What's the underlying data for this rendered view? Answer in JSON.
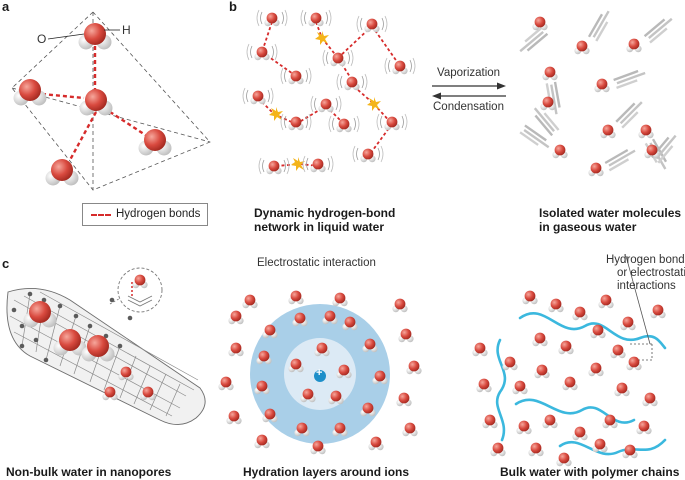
{
  "panel_labels": {
    "a": "a",
    "b": "b",
    "c": "c"
  },
  "panel_a": {
    "oxygen_label": "O",
    "hydrogen_label": "H",
    "legend_label": "Hydrogen bonds"
  },
  "panel_b": {
    "forward_label": "Vaporization",
    "reverse_label": "Condensation",
    "liquid_caption_line1": "Dynamic hydrogen-bond",
    "liquid_caption_line2": "network in liquid water",
    "gas_caption_line1": "Isolated water molecules",
    "gas_caption_line2": "in gaseous water"
  },
  "panel_c": {
    "nanopore_caption": "Non-bulk water in nanopores",
    "ion_title": "Electrostatic interaction",
    "ion_symbol": "+",
    "ion_caption": "Hydration layers around ions",
    "polymer_annotation_line1": "Hydrogen bonds",
    "polymer_annotation_line2": "or electrostatic",
    "polymer_annotation_line3": "interactions",
    "polymer_caption": "Bulk water with polymer chains"
  },
  "colors": {
    "oxygen": "#d94a3f",
    "hydrogen": "#e8e8e8",
    "hbond": "#d62b2b",
    "hydration_outer": "#a9cfe8",
    "hydration_inner": "#dceaf5",
    "ion": "#1d8fc9",
    "polymer": "#3bb8de",
    "nanotube": "#6d6d6d",
    "spark": "#f4b41a"
  }
}
